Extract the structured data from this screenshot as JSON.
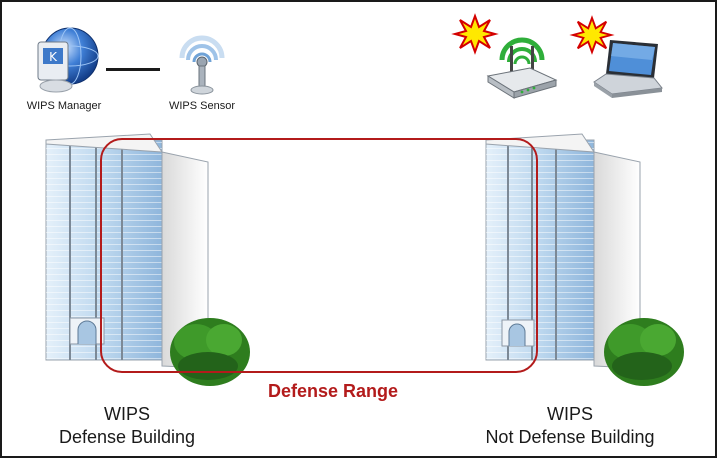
{
  "labels": {
    "manager": "WIPS Manager",
    "sensor": "WIPS Sensor",
    "range": "Defense Range",
    "left_building_line1": "WIPS",
    "left_building_line2": "Defense Building",
    "right_building_line1": "WIPS",
    "right_building_line2": "Not Defense Building"
  },
  "colors": {
    "range_outline": "#b31b1b",
    "building_glass": "#bcd7ee",
    "signal_arcs": "#2fae3a",
    "threat_burst": "#ffe800",
    "threat_outline": "#d40000",
    "bush": "#2e7d1e",
    "manager_globe": "#2a63b8"
  },
  "icons": [
    "manager-globe-icon",
    "sensor-antenna-icon",
    "wireless-router-icon",
    "laptop-icon",
    "threat-burst-icon",
    "building-icon",
    "bush-icon"
  ]
}
